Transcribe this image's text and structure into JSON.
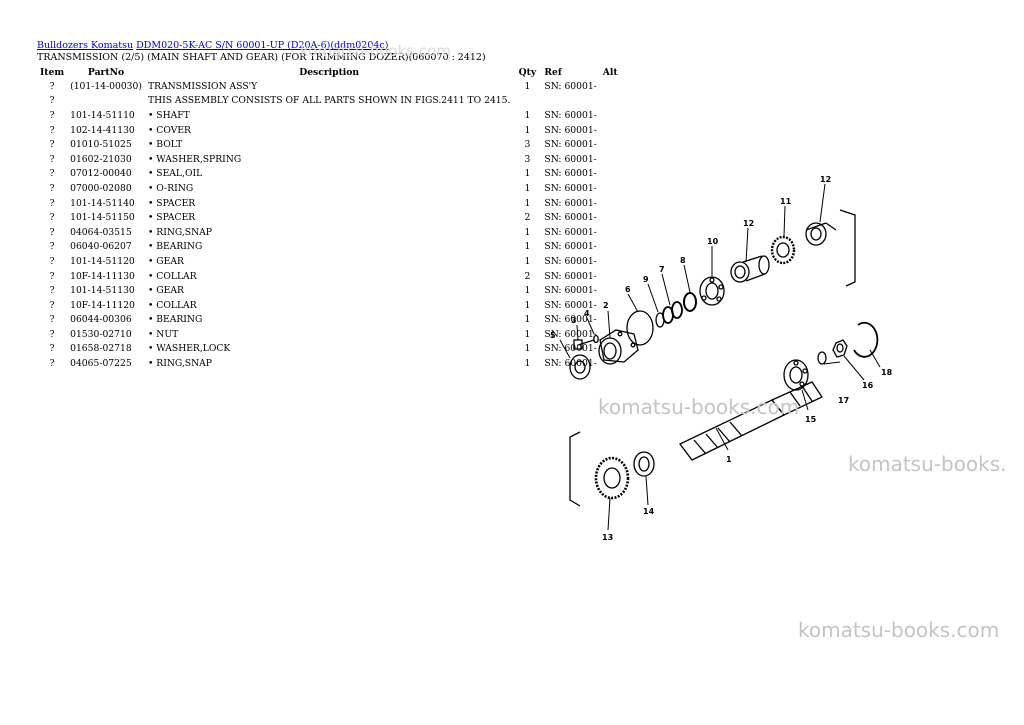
{
  "breadcrumb": {
    "link1": "Bulldozers Komatsu",
    "link2": "DDM020-5K-AC S/N 60001-UP (D20A-6)(ddm0204c)"
  },
  "subtitle": "TRANSMISSION (2/5) (MAIN SHAFT AND GEAR) (FOR TRIMMING DOZER)(060070 : 2412)",
  "table": {
    "headers": {
      "item": "Item",
      "partno": "PartNo",
      "description": "Description",
      "qty": "Qty",
      "ref": "Ref",
      "alt": "Alt"
    },
    "rows": [
      {
        "item": "?",
        "partno": "(101-14-00030)",
        "description": "TRANSMISSION ASS'Y",
        "qty": "1",
        "ref": "SN: 60001-"
      },
      {
        "item": "?",
        "partno": "",
        "description": "THIS ASSEMBLY CONSISTS OF ALL PARTS SHOWN IN FIGS.2411 TO 2415.",
        "qty": "",
        "ref": ""
      },
      {
        "item": "?",
        "partno": "101-14-51110",
        "description": "• SHAFT",
        "qty": "1",
        "ref": "SN: 60001-"
      },
      {
        "item": "?",
        "partno": "102-14-41130",
        "description": "• COVER",
        "qty": "1",
        "ref": "SN: 60001-"
      },
      {
        "item": "?",
        "partno": "01010-51025",
        "description": "• BOLT",
        "qty": "3",
        "ref": "SN: 60001-"
      },
      {
        "item": "?",
        "partno": "01602-21030",
        "description": "• WASHER,SPRING",
        "qty": "3",
        "ref": "SN: 60001-"
      },
      {
        "item": "?",
        "partno": "07012-00040",
        "description": "• SEAL,OIL",
        "qty": "1",
        "ref": "SN: 60001-"
      },
      {
        "item": "?",
        "partno": "07000-02080",
        "description": "• O-RING",
        "qty": "1",
        "ref": "SN: 60001-"
      },
      {
        "item": "?",
        "partno": "101-14-51140",
        "description": "• SPACER",
        "qty": "1",
        "ref": "SN: 60001-"
      },
      {
        "item": "?",
        "partno": "101-14-51150",
        "description": "• SPACER",
        "qty": "2",
        "ref": "SN: 60001-"
      },
      {
        "item": "?",
        "partno": "04064-03515",
        "description": "• RING,SNAP",
        "qty": "1",
        "ref": "SN: 60001-"
      },
      {
        "item": "?",
        "partno": "06040-06207",
        "description": "• BEARING",
        "qty": "1",
        "ref": "SN: 60001-"
      },
      {
        "item": "?",
        "partno": "101-14-51120",
        "description": "• GEAR",
        "qty": "1",
        "ref": "SN: 60001-"
      },
      {
        "item": "?",
        "partno": "10F-14-11130",
        "description": "• COLLAR",
        "qty": "2",
        "ref": "SN: 60001-"
      },
      {
        "item": "?",
        "partno": "101-14-51130",
        "description": "• GEAR",
        "qty": "1",
        "ref": "SN: 60001-"
      },
      {
        "item": "?",
        "partno": "10F-14-11120",
        "description": "• COLLAR",
        "qty": "1",
        "ref": "SN: 60001-"
      },
      {
        "item": "?",
        "partno": "06044-00306",
        "description": "• BEARING",
        "qty": "1",
        "ref": "SN: 60001-"
      },
      {
        "item": "?",
        "partno": "01530-02710",
        "description": "• NUT",
        "qty": "1",
        "ref": "SN: 60001-"
      },
      {
        "item": "?",
        "partno": "01658-02718",
        "description": "• WASHER,LOCK",
        "qty": "1",
        "ref": "SN: 60001-"
      },
      {
        "item": "?",
        "partno": "04065-07225",
        "description": "• RING,SNAP",
        "qty": "1",
        "ref": "SN: 60001-"
      }
    ]
  },
  "watermarks": [
    "komatsu-books.com",
    "komatsu-books.",
    "komatsu-books.com",
    "komatsu-books.com"
  ],
  "diagram_labels": [
    "1",
    "2",
    "3",
    "4",
    "5",
    "6",
    "7",
    "8",
    "9",
    "10",
    "11",
    "12",
    "12",
    "13",
    "14",
    "15",
    "16",
    "17",
    "18"
  ]
}
